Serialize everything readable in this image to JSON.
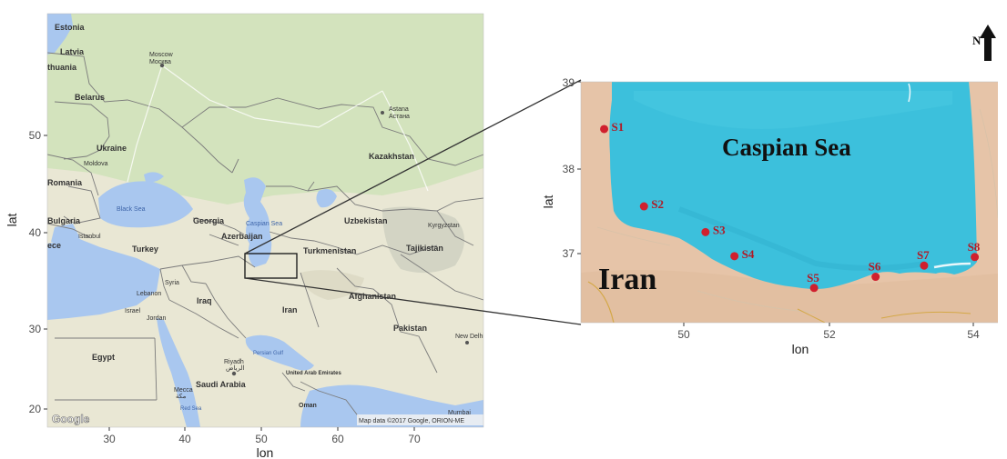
{
  "left_map": {
    "ylabel": "lat",
    "xlabel": "lon",
    "x_ticks": [
      "30",
      "40",
      "50",
      "60",
      "70"
    ],
    "y_ticks": [
      "50",
      "40",
      "30",
      "20"
    ],
    "attribution": "Map data ©2017 Google, ORION-ME",
    "logo": "Google",
    "places": [
      {
        "id": "estonia",
        "label": "Estonia"
      },
      {
        "id": "latvia",
        "label": "Latvia"
      },
      {
        "id": "lithuania",
        "label": "thuania"
      },
      {
        "id": "belarus",
        "label": "Belarus"
      },
      {
        "id": "moscow-en",
        "label": "Moscow"
      },
      {
        "id": "moscow-ru",
        "label": "Москва"
      },
      {
        "id": "astana-en",
        "label": "Astana"
      },
      {
        "id": "astana-ru",
        "label": "Астана"
      },
      {
        "id": "ukraine",
        "label": "Ukraine"
      },
      {
        "id": "moldova",
        "label": "Moldova"
      },
      {
        "id": "kazakhstan",
        "label": "Kazakhstan"
      },
      {
        "id": "romania",
        "label": "Romania"
      },
      {
        "id": "black-sea",
        "label": "Black Sea"
      },
      {
        "id": "bulgaria",
        "label": "Bulgaria"
      },
      {
        "id": "georgia",
        "label": "Georgia"
      },
      {
        "id": "caspian-sea-small",
        "label": "Caspian Sea"
      },
      {
        "id": "uzbekistan",
        "label": "Uzbekistan"
      },
      {
        "id": "kyrgyzstan",
        "label": "Kyrgyzstan"
      },
      {
        "id": "istanbul",
        "label": "Istanbul"
      },
      {
        "id": "greece",
        "label": "ece"
      },
      {
        "id": "turkey",
        "label": "Turkey"
      },
      {
        "id": "azerbaijan",
        "label": "Azerbaijan"
      },
      {
        "id": "turkmenistan",
        "label": "Turkmenistan"
      },
      {
        "id": "tajikistan",
        "label": "Tajikistan"
      },
      {
        "id": "syria",
        "label": "Syria"
      },
      {
        "id": "lebanon",
        "label": "Lebanon"
      },
      {
        "id": "israel",
        "label": "Israel"
      },
      {
        "id": "jordan",
        "label": "Jordan"
      },
      {
        "id": "iraq",
        "label": "Iraq"
      },
      {
        "id": "afghanistan",
        "label": "Afghanistan"
      },
      {
        "id": "iran",
        "label": "Iran"
      },
      {
        "id": "pakistan",
        "label": "Pakistan"
      },
      {
        "id": "new-delhi",
        "label": "New Delhi"
      },
      {
        "id": "egypt",
        "label": "Egypt"
      },
      {
        "id": "persian-gulf",
        "label": "Persian Gulf"
      },
      {
        "id": "riyadh-en",
        "label": "Riyadh"
      },
      {
        "id": "riyadh-ar",
        "label": "الرياض"
      },
      {
        "id": "saudi-arabia",
        "label": "Saudi Arabia"
      },
      {
        "id": "uae",
        "label": "United Arab Emirates"
      },
      {
        "id": "mecca-en",
        "label": "Mecca"
      },
      {
        "id": "mecca-ar",
        "label": "مكة"
      },
      {
        "id": "red-sea",
        "label": "Red Sea"
      },
      {
        "id": "oman",
        "label": "Oman"
      },
      {
        "id": "mumbai",
        "label": "Mumbai"
      }
    ]
  },
  "right_map": {
    "ylabel": "lat",
    "xlabel": "lon",
    "x_ticks": [
      "50",
      "52",
      "54"
    ],
    "y_ticks": [
      "39",
      "38",
      "37"
    ],
    "sea_label": "Caspian Sea",
    "land_label": "Iran",
    "north_label": "N",
    "colors": {
      "sea": "#3cc0dc",
      "land": "#e6c4a8",
      "station": "#d0202e",
      "station_label": "#b01a26"
    },
    "stations": [
      {
        "label": "S1",
        "lon": 48.9,
        "lat": 38.45
      },
      {
        "label": "S2",
        "lon": 49.45,
        "lat": 37.55
      },
      {
        "label": "S3",
        "lon": 50.3,
        "lat": 37.25
      },
      {
        "label": "S4",
        "lon": 50.7,
        "lat": 36.97
      },
      {
        "label": "S5",
        "lon": 51.8,
        "lat": 36.6
      },
      {
        "label": "S6",
        "lon": 52.65,
        "lat": 36.73
      },
      {
        "label": "S7",
        "lon": 53.32,
        "lat": 36.86
      },
      {
        "label": "S8",
        "lon": 54.02,
        "lat": 36.96
      }
    ]
  }
}
